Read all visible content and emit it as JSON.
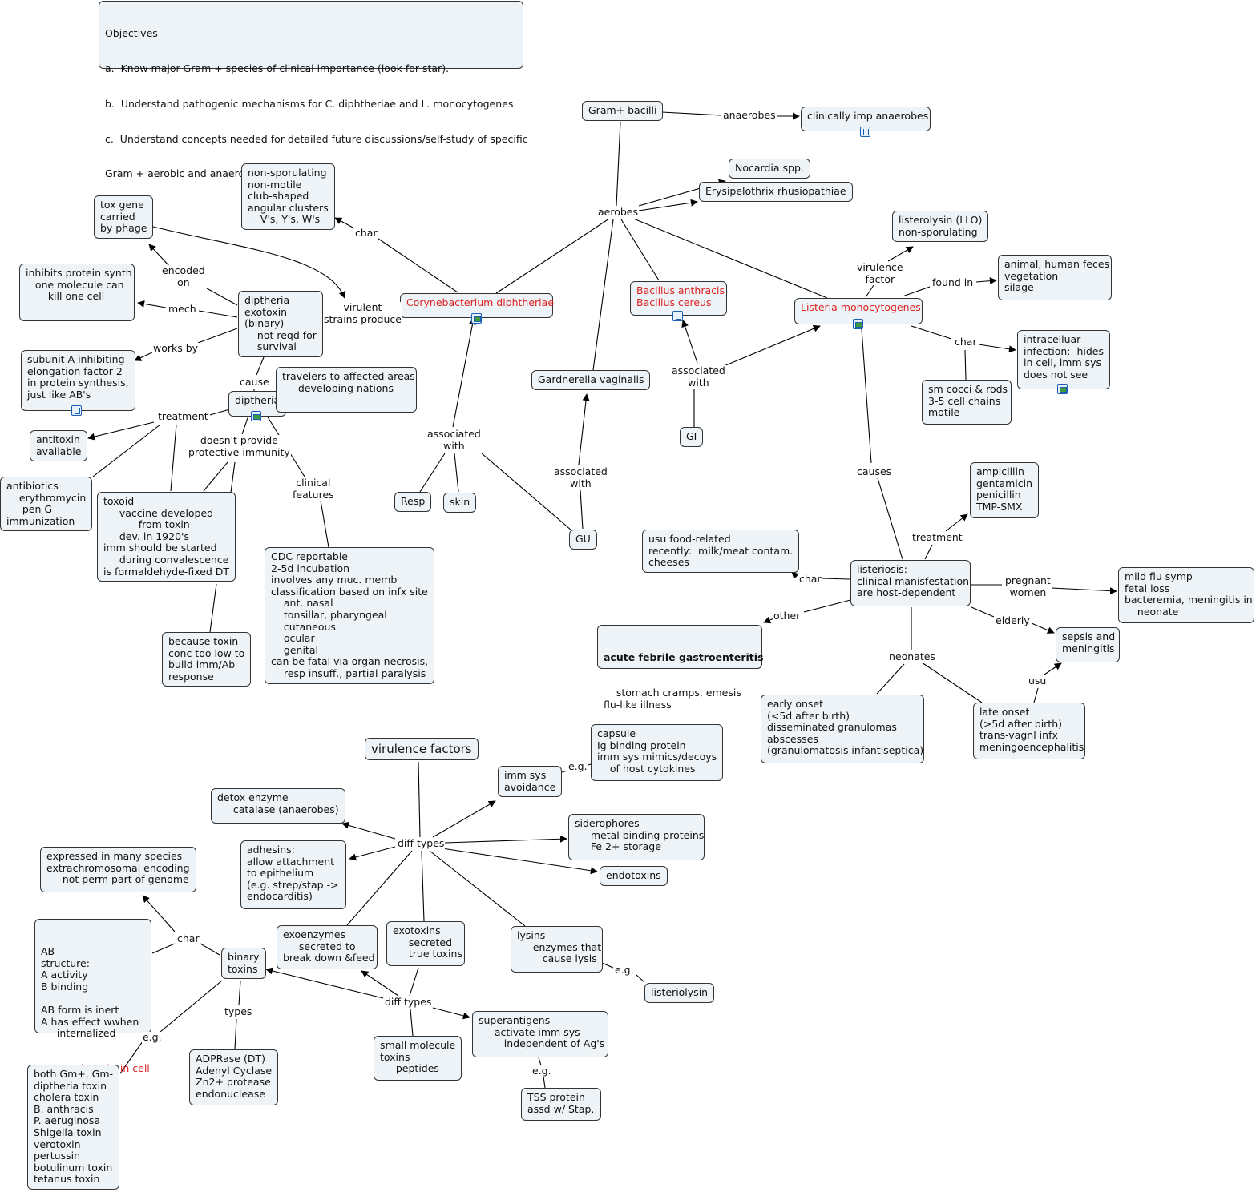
{
  "objectives": {
    "title": "Objectives",
    "a": "a.  Know major Gram + species of clinical importance (look for star).",
    "b": "b.  Understand pathogenic mechanisms for C. diphtheriae and L. monocytogenes.",
    "c1": "c.  Understand concepts needed for detailed future discussions/self-study of specific",
    "c2": "Gram + aerobic and anaerobic spp."
  },
  "nodes": {
    "gram_bacilli": "Gram+ bacilli",
    "clin_anaerobes": "clinically imp anaerobes",
    "nocardia": "Nocardia spp.",
    "erysipelothrix": "Erysipelothrix rhusiopathiae",
    "non_sporulating": "non-sporulating\nnon-motile\nclub-shaped\nangular clusters\n    V's, Y's, W's",
    "tox_gene": "tox gene\ncarried\nby phage",
    "inhibits": "inhibits protein synth\n   one molecule can\n       kill one cell",
    "dip_exotoxin": "diptheria\nexotoxin\n(binary)\n    not reqd for\n    survival",
    "subunit_a": "subunit A inhibiting\nelongation factor 2\nin protein synthesis,\njust like AB's",
    "diptheria": "diptheria",
    "travelers": "travelers to affected areas\n     developing nations",
    "antitoxin": "antitoxin\navailable",
    "antibiotics": "antibiotics\n    erythromycin\n     pen G\nimmunization",
    "toxoid": "toxoid\n     vaccine developed\n           from toxin\n     dev. in 1920's\nimm should be started\n     during convalescence\nis formaldehyde-fixed DT",
    "because": "because toxin\nconc too low to\nbuild imm/Ab\nresponse",
    "cdc": "CDC reportable\n2-5d incubation\ninvolves any muc. memb\nclassification based on infx site\n    ant. nasal\n    tonsillar, pharyngeal\n    cutaneous\n    ocular\n    genital\ncan be fatal via organ necrosis,\n    resp insuff., partial paralysis",
    "coryne": "Corynebacterium diphtheriae",
    "resp": "Resp",
    "skin": "skin",
    "gu": "GU",
    "gardnerella": "Gardnerella vaginalis",
    "bacillus": "Bacillus anthracis\nBacillus cereus",
    "gi": "GI",
    "listeria": "Listeria monocytogenes",
    "llo": "listerolysin (LLO)\nnon-sporulating",
    "feces": "animal, human feces\nvegetation\nsilage",
    "intracellular": "intracelluar\ninfection:  hides\nin cell, imm sys\ndoes not see",
    "sm_cocci": "sm cocci & rods\n3-5 cell chains\nmotile",
    "ampicillin": "ampicillin\ngentamicin\npenicillin\nTMP-SMX",
    "food": "usu food-related\nrecently:  milk/meat contam.\ncheeses",
    "listeriosis": "listeriosis:\nclinical manisfestation\nare host-dependent",
    "mild_flu": "mild flu symp\nfetal loss\nbacteremia, meningitis in\n    neonate",
    "acute_title": "acute febrile gastroenteritis",
    "acute_body": "    stomach cramps, emesis\nflu-like illness",
    "sepsis": "sepsis and\nmeningitis",
    "early": "early onset\n(<5d after birth)\ndisseminated granulomas\nabscesses\n(granulomatosis infantiseptica)",
    "late": "late onset\n(>5d after birth)\ntrans-vagnl infx\nmeningoencephalitis",
    "virulence_factors": "virulence factors",
    "capsule": "capsule\nIg binding protein\nimm sys mimics/decoys\n    of host cytokines",
    "imm_sys": "imm sys\navoidance",
    "detox": "detox enzyme\n     catalase (anaerobes)",
    "siderophores": "siderophores\n     metal binding proteins\n     Fe 2+ storage",
    "adhesins": "adhesins:\nallow attachment\nto epithelium\n(e.g. strep/stap ->\nendocarditis)",
    "endotoxins": "endotoxins",
    "expressed": "expressed in many species\nextrachromosomal encoding\n     not perm part of genome",
    "ab_main": "AB\nstructure:\nA activity\nB binding\n\nAB form is inert\nA has effect wwhen\n     internalized",
    "ab_red": "only active within cell",
    "binary_toxins": "binary\ntoxins",
    "exoenzymes": "exoenzymes\n     secreted to\nbreak down &feed",
    "exotoxins": "exotoxins\n     secreted\n     true toxins",
    "lysins": "lysins\n     enzymes that\n        cause lysis",
    "listeriolysin": "listeriolysin",
    "superantigens": "superantigens\n     activate imm sys\n        independent of Ag's",
    "small_mol": "small molecule\ntoxins\n     peptides",
    "adprase": "ADPRase (DT)\nAdenyl Cyclase\nZn2+ protease\nendonuclease",
    "tss": "TSS protein\nassd w/ Stap.",
    "both": "both Gm+, Gm-\ndiptheria toxin\ncholera toxin\nB. anthracis\nP. aeruginosa\nShigella toxin\nverotoxin\npertussin\nbotulinum toxin\ntetanus toxin"
  },
  "labels": {
    "anaerobes": "anaerobes",
    "aerobes": "aerobes",
    "char1": "char",
    "encoded_on": "encoded\non",
    "mech": "mech",
    "works_by": "works by",
    "virulent": "virulent\nstrains produce",
    "cause": "cause",
    "treatment1": "treatment",
    "doesnt": "doesn't provide\nprotective immunity",
    "clinical": "clinical\nfeatures",
    "assoc1": "associated\nwith",
    "assoc2": "associated\nwith",
    "assoc3": "associated\nwith",
    "vir_factor": "virulence\nfactor",
    "found_in": "found in",
    "char2": "char",
    "causes": "causes",
    "treatment2": "treatment",
    "char3": "char",
    "pregnant": "pregnant\nwomen",
    "other": "other",
    "elderly": "elderly",
    "neonates": "neonates",
    "usu": "usu",
    "eg1": "e.g.",
    "diff_types1": "diff types",
    "char4": "char",
    "eg2": "e.g.",
    "types": "types",
    "diff_types2": "diff types",
    "eg3": "e.g.",
    "eg4": "e.g."
  },
  "colors": {
    "node_fill": "#edf3f6",
    "highlight_text": "#d22222",
    "icon_blue": "#1a5fb4"
  }
}
